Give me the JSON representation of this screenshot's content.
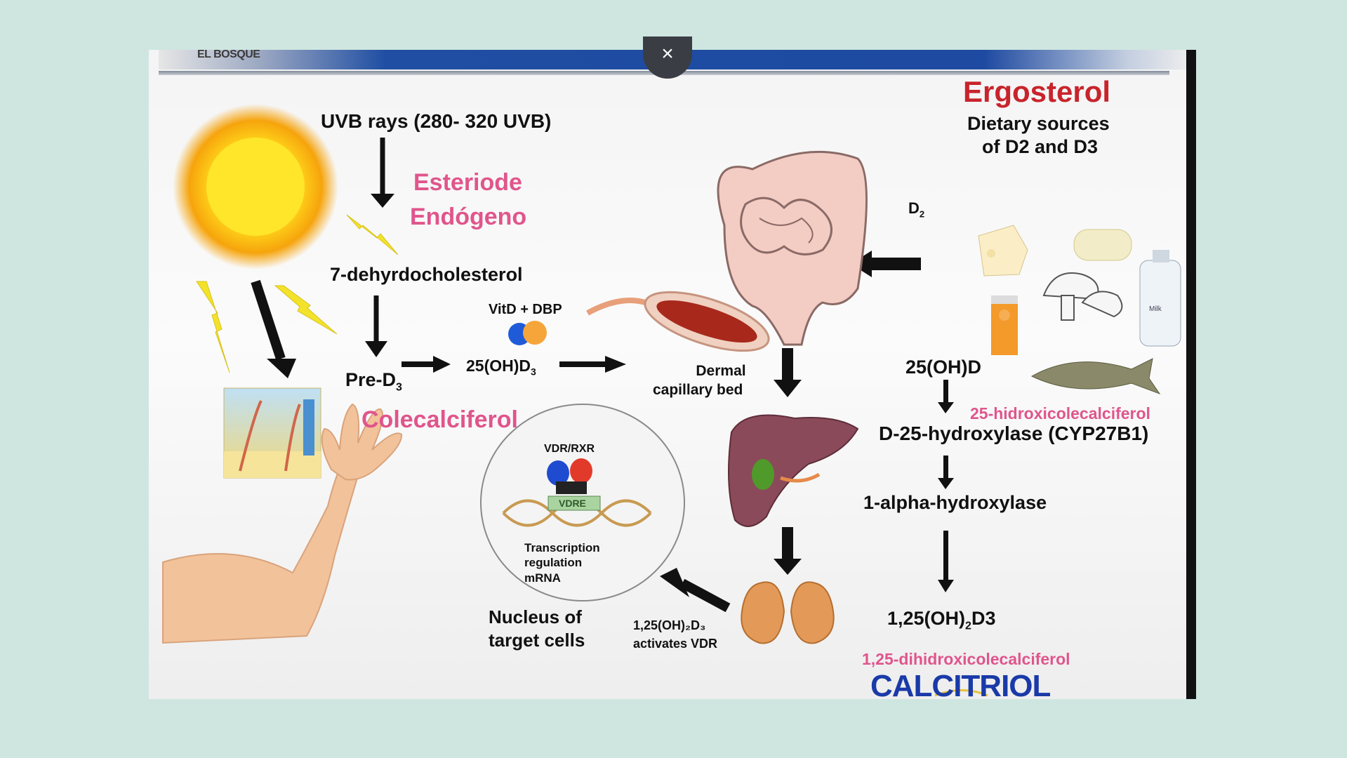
{
  "header": {
    "org_label": "EL BOSQUE",
    "close_symbol": "×"
  },
  "diagram": {
    "uvb_label": "UVB rays (280- 320 UVB)",
    "esteriode_label": "Esteriode",
    "endogeno_label": "Endógeno",
    "dehydro_label": "7-dehyrdocholesterol",
    "pre_d3_label": "Pre-D",
    "pre_d3_sub": "3",
    "colecalciferol_label": "Colecalciferol",
    "vitd_dbp_label": "VitD + DBP",
    "ohd3_label": "25(OH)D",
    "ohd3_sub": "3",
    "dermal_label_1": "Dermal",
    "dermal_label_2": "capillary bed",
    "ergosterol_label": "Ergosterol",
    "dietary_label_1": "Dietary sources",
    "dietary_label_2": "of D2 and D3",
    "d2_label": "D",
    "d2_sub": "2",
    "ohd_label": "25(OH)D",
    "hidroxi_label": "25-hidroxicolecalciferol",
    "hydroxylase_label": "D-25-hydroxylase (CYP27B1)",
    "alpha_label": "1-alpha-hydroxylase",
    "oh2d3_pre": "1,25(OH)",
    "oh2d3_sub": "2",
    "oh2d3_post": "D3",
    "dihidroxi_label": "1,25-dihidroxicolecalciferol",
    "calcitriol_label": "CALCITRIOL",
    "vdr_rxr_label": "VDR/RXR",
    "vdre_label": "VDRE",
    "transcription_1": "Transcription",
    "transcription_2": "regulation",
    "transcription_3": "mRNA",
    "nucleus_label_1": "Nucleus of",
    "nucleus_label_2": "target cells",
    "activates_1": "1,25(OH)₂D₃",
    "activates_2": "activates VDR",
    "milk_label": "Milk"
  },
  "icons": [
    "sun-icon",
    "lightning-icon",
    "skin-icon",
    "arm-icon",
    "capillary-icon",
    "intestine-icon",
    "liver-icon",
    "kidney-icon",
    "cheese-icon",
    "mushroom-icon",
    "fish-icon",
    "milk-icon",
    "supplement-icon",
    "pills-icon",
    "dna-icon"
  ],
  "colors": {
    "accent_pink": "#e0558c",
    "title_red": "#c8242c",
    "calcitriol_blue": "#1a3aa8",
    "header_blue": "#1f4ea3"
  }
}
